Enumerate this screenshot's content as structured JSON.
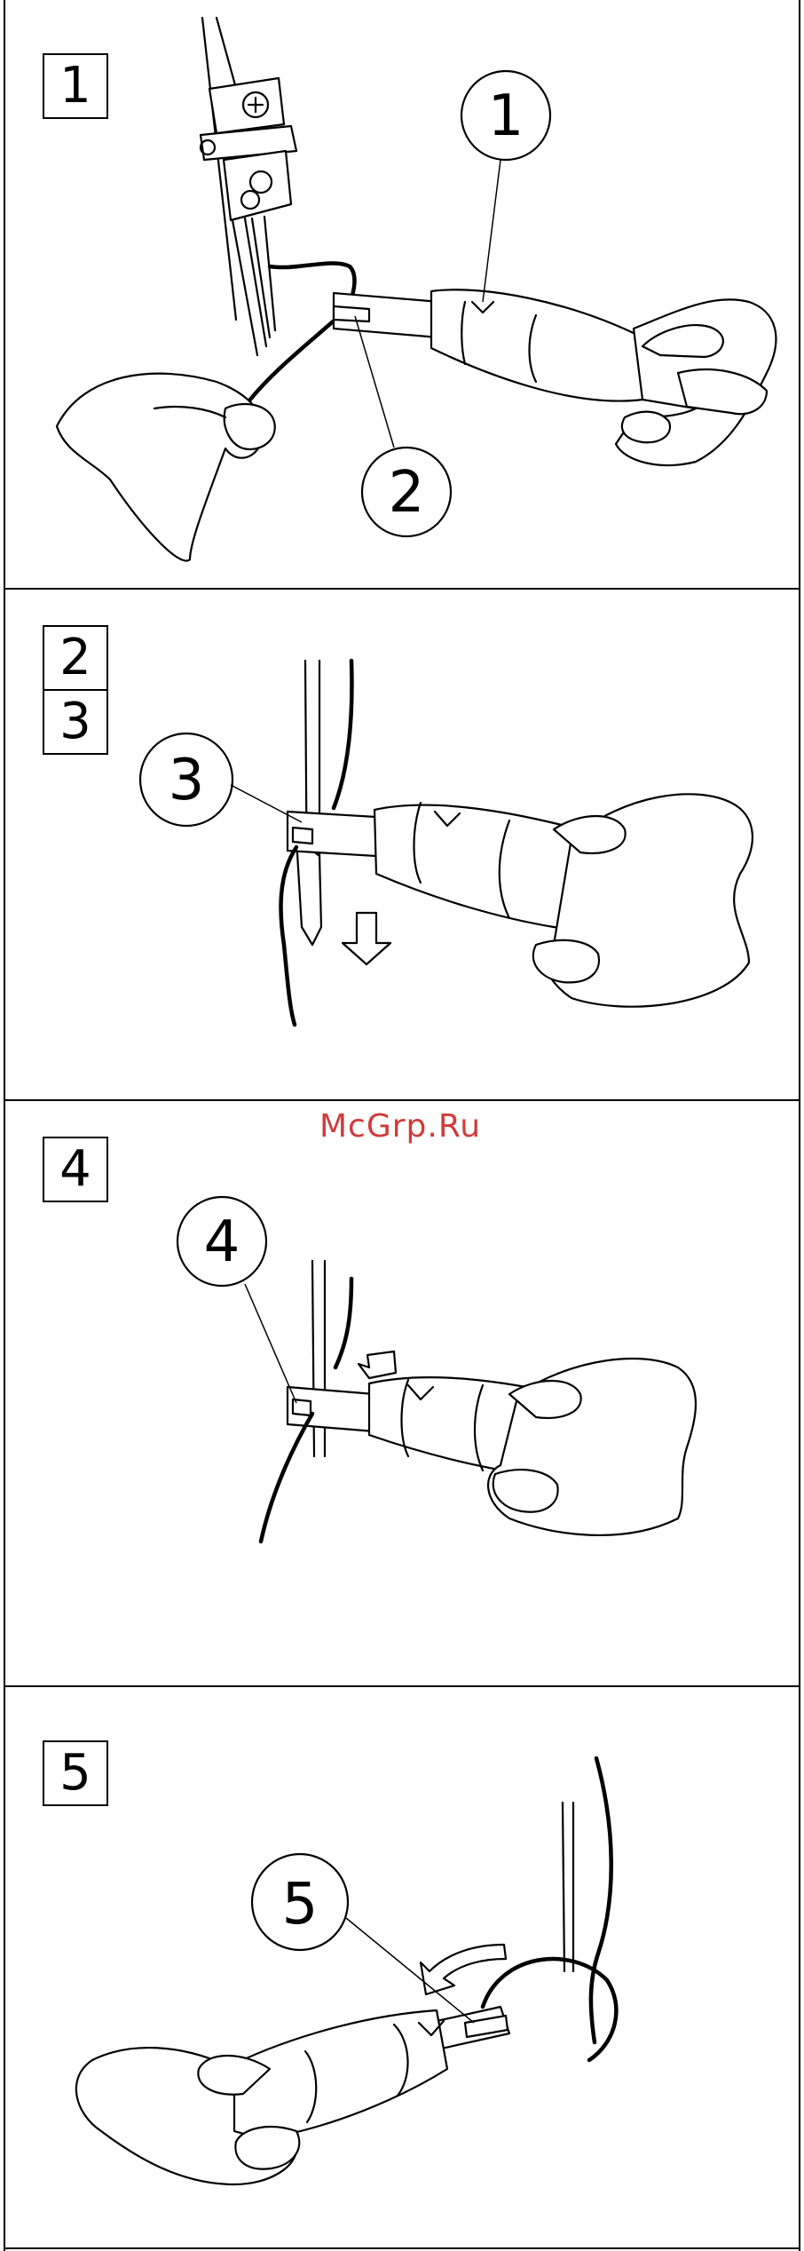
{
  "steps": [
    {
      "label": "1",
      "callouts": [
        "1",
        "2"
      ]
    },
    {
      "label": "2",
      "label2": "3",
      "callouts": [
        "3"
      ]
    },
    {
      "label": "4",
      "callouts": [
        "4"
      ]
    },
    {
      "label": "5",
      "callouts": [
        "5"
      ]
    }
  ],
  "watermark": "McGrp.Ru",
  "colors": {
    "line": "#000000",
    "watermark": "#d23a3a",
    "background": "#ffffff"
  }
}
